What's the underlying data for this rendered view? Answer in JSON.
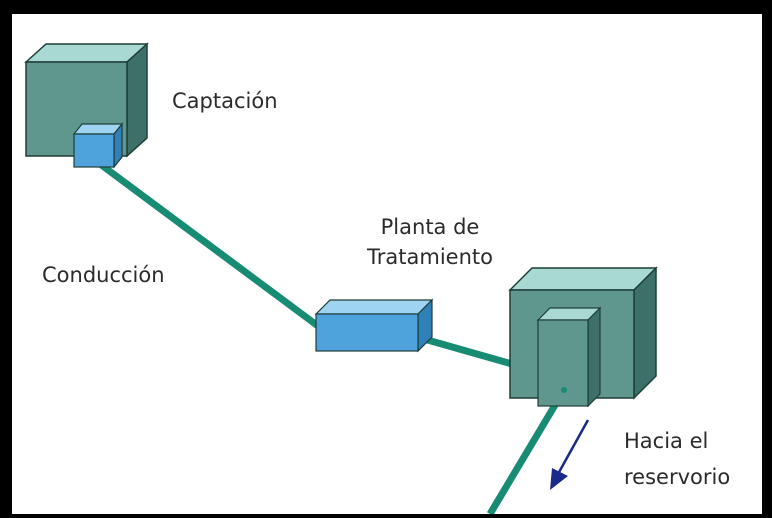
{
  "labels": {
    "captacion": "Captación",
    "conduccion": "Conducción",
    "planta_line1": "Planta de",
    "planta_line2": "Tratamiento",
    "hacia_line1": "Hacia el",
    "hacia_line2": "reservorio"
  },
  "colors": {
    "pipe": "#178c73",
    "large_box_front": "#5f978f",
    "large_box_top": "#a8d9d3",
    "large_box_side": "#3d7068",
    "small_box_front": "#4fa3dc",
    "small_box_top": "#9fd3f2",
    "small_box_side": "#2f7fb8",
    "arrow": "#1a2a8a"
  }
}
